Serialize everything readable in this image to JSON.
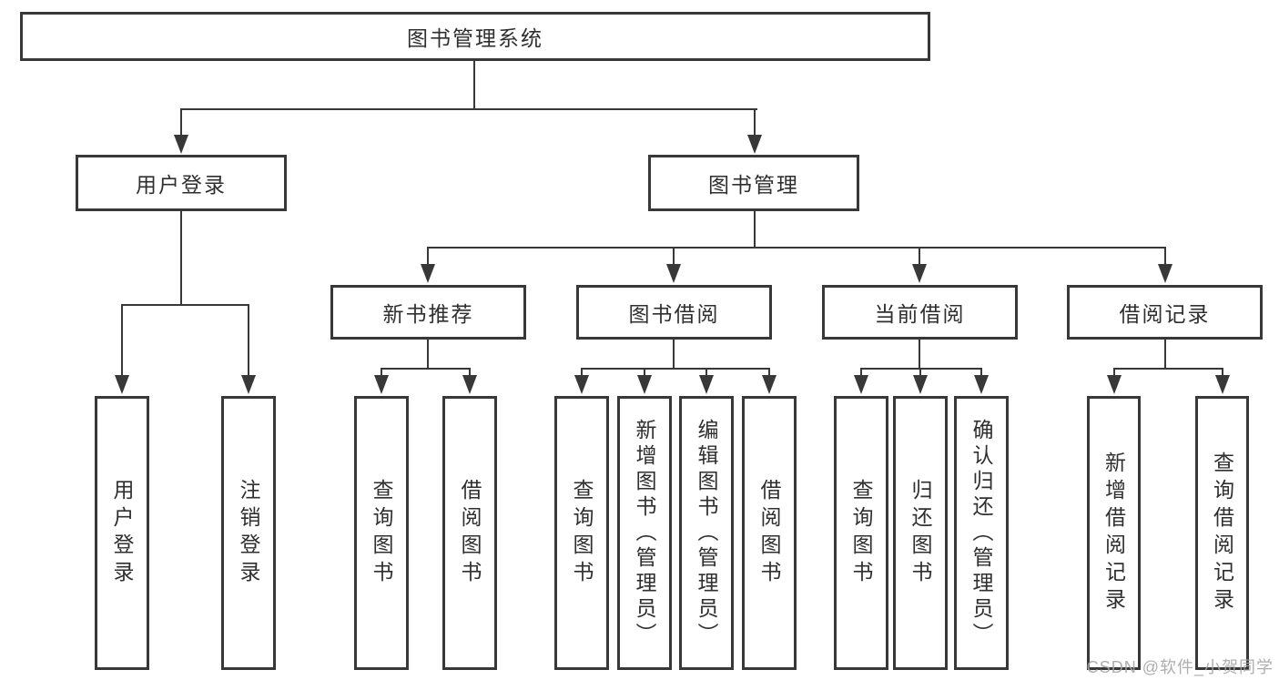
{
  "diagram": {
    "root": {
      "label": "图书管理系统"
    },
    "level2": {
      "user_login": {
        "label": "用户登录"
      },
      "book_management": {
        "label": "图书管理"
      }
    },
    "level3": {
      "new_books": {
        "label": "新书推荐"
      },
      "book_borrow": {
        "label": "图书借阅"
      },
      "current_borrow": {
        "label": "当前借阅"
      },
      "borrow_records": {
        "label": "借阅记录"
      }
    },
    "leaves": {
      "user_login": [
        "用户登录",
        "注销登录"
      ],
      "new_books": [
        "查询图书",
        "借阅图书"
      ],
      "book_borrow": [
        "查询图书",
        "新增图书（管理员）",
        "编辑图书（管理员）",
        "借阅图书"
      ],
      "current_borrow": [
        "查询图书",
        "归还图书",
        "确认归还（管理员）"
      ],
      "borrow_records": [
        "新增借阅记录",
        "查询借阅记录"
      ]
    }
  },
  "watermark": {
    "text": "CSDN @软件_小贺同学"
  },
  "colors": {
    "line": "#383838",
    "text": "#2f2f2f",
    "background": "#ffffff",
    "watermark": "#a6a6a6"
  }
}
